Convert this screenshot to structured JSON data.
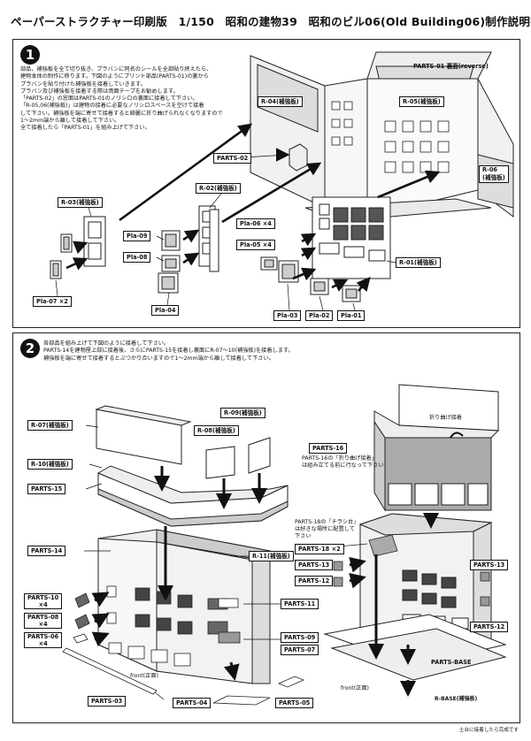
{
  "title": "ペーパーストラクチャー印刷版　1/150　昭和の建物39　昭和のビル06(Old Building06)制作説明書-①",
  "step1": {
    "number": "1",
    "instructions": "部品、補強板を全て切り抜き、プラバンに同名のシールを全部貼り終えたら、\n建物本体の制作に移ります。下図のようにプリント部品(PARTS-01)の裏から\nプラバンを貼り付けた補強板を接着していきます。\nプラバン及び補強板を接着する際は両面テープをお勧めします。\n「PARTS-02」の窓面はPARTS-01のノリシロの裏面に接着して下さい。\n「R-05,06(補強板)」は建物の接着に必要なノリシロスペースを空けて接着\nして下さい。補強板を端に寄せて接着すると綺麗に折り曲げられなくなりますので\n1〜2mm端から離して接着して下さい。\n全て接着したら「PARTS-01」を組み上げて下さい。",
    "reverse_label": "PARTS-01 裏面(reverse)",
    "labels": {
      "r04": "R-04(補強板)",
      "r05": "R-05(補強板)",
      "r06": "R-06\n(補強板)",
      "parts02": "PARTS-02",
      "r02": "R-02(補強板)",
      "r03": "R-03(補強板)",
      "pla09": "Pla-09",
      "pla08": "Pla-08",
      "pla06x4": "Pla-06 ×4",
      "pla05x4": "Pla-05 ×4",
      "r01": "R-01(補強板)",
      "pla07x2": "Pla-07 ×2",
      "pla04": "Pla-04",
      "pla03": "Pla-03",
      "pla02": "Pla-02",
      "pla01": "Pla-01"
    }
  },
  "step2": {
    "number": "2",
    "instructions": "各部品を組み上げて下図のように接着して下さい。\nPARTS-14を建物屋上部に接着後、さらにPARTS-15を接着し裏面にR-07〜10(補強板)を接着します。\n補強板を端に寄せて接着するとぶつかり合いますので1〜2mm端から離して接着して下さい。",
    "labels": {
      "r07": "R-07(補強板)",
      "r10": "R-10(補強板)",
      "parts15": "PARTS-15",
      "r09": "R-09(補強板)",
      "r08": "R-08(補強板)",
      "parts16": "PARTS-16",
      "parts14": "PARTS-14",
      "r11": "R-11(補強板)",
      "parts18x2": "PARTS-18 ×2",
      "parts13a": "PARTS-13",
      "parts12a": "PARTS-12",
      "parts13b": "PARTS-13",
      "parts12b": "PARTS-12",
      "parts10": "PARTS-10\n×4",
      "parts08": "PARTS-08\n×4",
      "parts06": "PARTS-06\n×4",
      "parts11": "PARTS-11",
      "parts09": "PARTS-09",
      "parts07": "PARTS-07",
      "parts03": "PARTS-03",
      "parts04": "PARTS-04",
      "parts05": "PARTS-05",
      "partsbase": "PARTS-BASE",
      "rbase": "R-BASE(補強板)"
    },
    "notes": {
      "fold": "折り曲げ接着",
      "parts16_note": "PARTS-16の「折り曲げ接着」\nは組み立てる前に行なって下さい",
      "parts18_note": "PARTS-18の「チラシ台」\nは好きな場所に配置して\n下さい",
      "front1": "front(正面)",
      "front2": "front(正面)"
    }
  },
  "footer": "土台に接着したら完成です"
}
